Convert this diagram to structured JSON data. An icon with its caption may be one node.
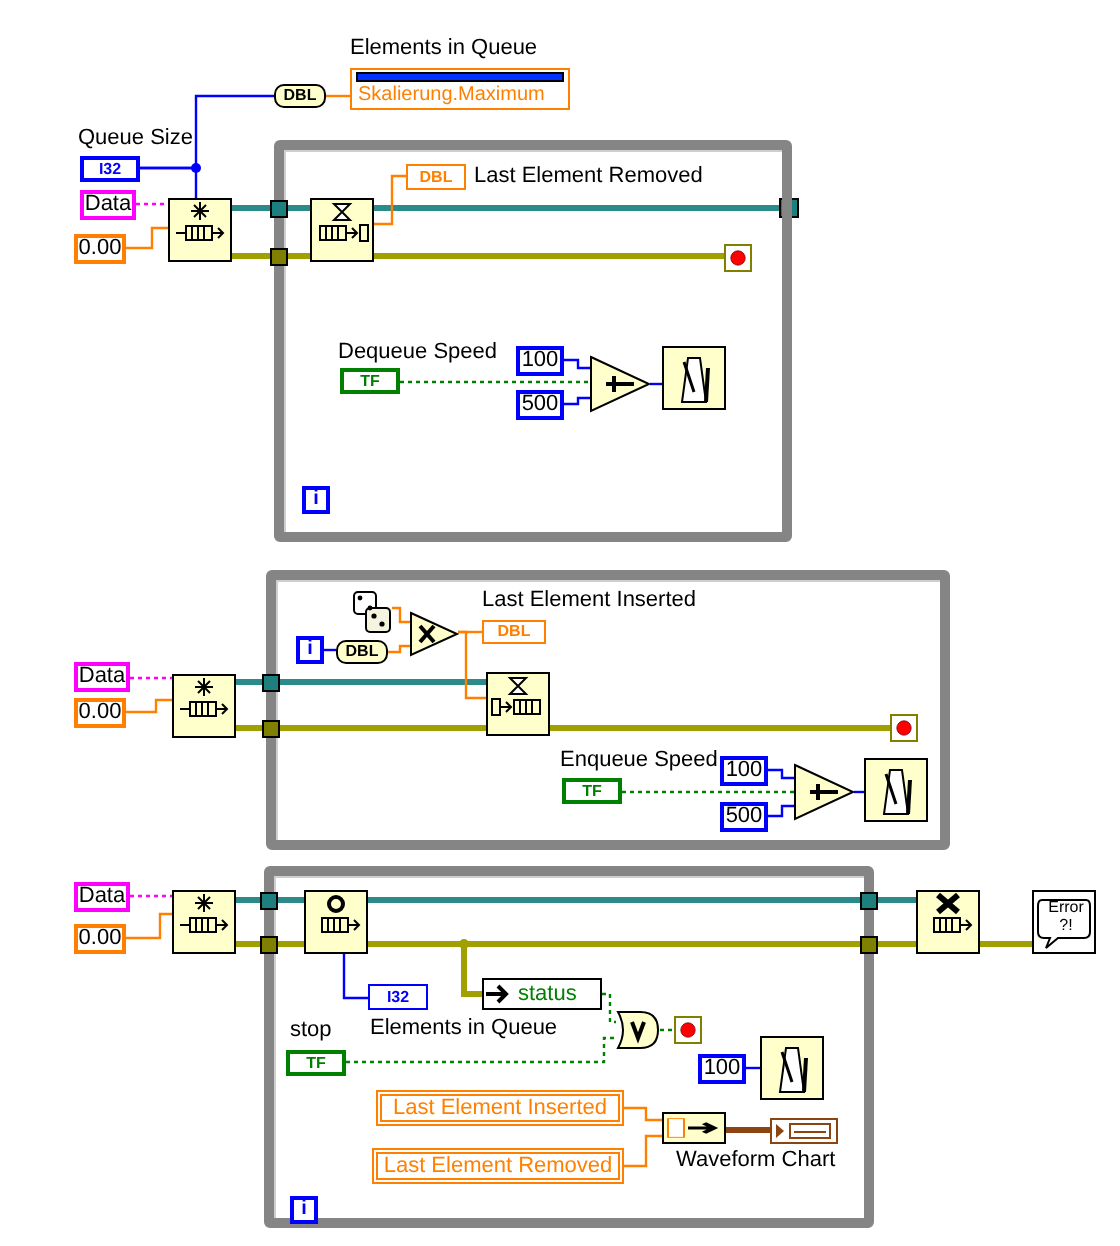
{
  "diagram": {
    "nodes": [
      {
        "text": [
          "Queue Size",
          "I32"
        ]
      },
      {
        "text": [
          "Data"
        ]
      },
      {
        "text": [
          "0.00"
        ]
      },
      {
        "text": [],
        "shape": "box"
      },
      {
        "text": [
          "DBL"
        ]
      },
      {
        "text": [
          "Elements in Queue",
          "Skalierung.Maximum"
        ]
      },
      {
        "text": [],
        "shape": "box"
      },
      {
        "text": [],
        "shape": "box",
        "in": 6
      },
      {
        "text": [
          "DBL",
          "Last Element Removed"
        ],
        "in": 6
      },
      {
        "text": [],
        "shape": "box",
        "in": 6
      },
      {
        "text": [
          "Dequeue Speed",
          "TF"
        ],
        "in": 6
      },
      {
        "text": [
          "100"
        ],
        "in": 6
      },
      {
        "text": [
          "500"
        ],
        "in": 6
      },
      {
        "text": [],
        "shape": "triangle",
        "in": 6
      },
      {
        "text": [],
        "shape": "box",
        "in": 6
      },
      {
        "text": [
          "i"
        ],
        "in": 6
      },
      {
        "text": [
          "Data"
        ]
      },
      {
        "text": [
          "0.00"
        ]
      },
      {
        "text": [],
        "shape": "box"
      },
      {
        "text": [],
        "shape": "box"
      },
      {
        "text": [],
        "shape": "picture",
        "in": 19
      },
      {
        "text": [
          "i"
        ],
        "in": 19
      },
      {
        "text": [
          "DBL"
        ],
        "in": 19
      },
      {
        "text": [],
        "shape": "triangle",
        "in": 19
      },
      {
        "text": [
          "Last Element Inserted",
          "DBL"
        ],
        "in": 19
      },
      {
        "text": [],
        "shape": "box",
        "in": 19
      },
      {
        "text": [],
        "shape": "box",
        "in": 19
      },
      {
        "text": [
          "Enqueue Speed",
          "TF"
        ],
        "in": 19
      },
      {
        "text": [
          "100"
        ],
        "in": 19
      },
      {
        "text": [
          "500"
        ],
        "in": 19
      },
      {
        "text": [],
        "shape": "triangle",
        "in": 19
      },
      {
        "text": [],
        "shape": "box",
        "in": 19
      },
      {
        "text": [
          "Data"
        ]
      },
      {
        "text": [
          "0.00"
        ]
      },
      {
        "text": [],
        "shape": "box"
      },
      {
        "text": [],
        "shape": "box"
      },
      {
        "text": [],
        "shape": "box",
        "in": 35
      },
      {
        "text": [
          "I32",
          "Elements in Queue"
        ],
        "in": 35
      },
      {
        "text": [
          "status"
        ],
        "in": 35
      },
      {
        "text": [
          "stop",
          "TF"
        ],
        "in": 35
      },
      {
        "text": [],
        "shape": "shield",
        "in": 35
      },
      {
        "text": [],
        "shape": "box",
        "in": 35
      },
      {
        "text": [
          "100"
        ],
        "in": 35
      },
      {
        "text": [],
        "shape": "box",
        "in": 35
      },
      {
        "text": [
          "Last Element Inserted"
        ],
        "in": 35
      },
      {
        "text": [
          "Last Element Removed"
        ],
        "in": 35
      },
      {
        "text": [],
        "shape": "box",
        "in": 35
      },
      {
        "text": [
          "Waveform Chart"
        ],
        "in": 35
      },
      {
        "text": [
          "i"
        ],
        "in": 35
      },
      {
        "text": [],
        "shape": "box"
      },
      {
        "text": [
          "Error ?!"
        ]
      }
    ],
    "edges": [
      {
        "from": 0,
        "to": 3,
        "arrow": "none"
      },
      {
        "from": 0,
        "to": 4,
        "arrow": "none"
      },
      {
        "from": 4,
        "to": 5,
        "arrow": "none",
        "color": "#ff8000"
      },
      {
        "from": 1,
        "to": 3,
        "arrow": "none",
        "style": "dashed",
        "color": "#ff00ff"
      },
      {
        "from": 2,
        "to": 3,
        "arrow": "none",
        "color": "#ff8000"
      },
      {
        "from": 3,
        "to": 7,
        "arrow": "none",
        "style": "thick",
        "color": "#2b8a8a"
      },
      {
        "from": 3,
        "to": 7,
        "arrow": "none",
        "style": "thick",
        "color": "#a0a000"
      },
      {
        "from": 7,
        "to": null,
        "arrow": "other",
        "style": "thick",
        "color": "#2b8a8a"
      },
      {
        "from": 7,
        "to": 9,
        "arrow": "none",
        "style": "thick",
        "color": "#a0a000"
      },
      {
        "from": 7,
        "to": 8,
        "arrow": "none",
        "color": "#ff8000"
      },
      {
        "from": 10,
        "to": 13,
        "arrow": "none",
        "style": "dashed",
        "color": "#008000"
      },
      {
        "from": 11,
        "to": 13,
        "arrow": "none"
      },
      {
        "from": 12,
        "to": 13,
        "arrow": "none"
      },
      {
        "from": 13,
        "to": 14,
        "arrow": "none"
      },
      {
        "from": 16,
        "to": 18,
        "arrow": "none",
        "style": "dashed",
        "color": "#ff00ff"
      },
      {
        "from": 17,
        "to": 18,
        "arrow": "none",
        "color": "#ff8000"
      },
      {
        "from": 18,
        "to": 25,
        "arrow": "none",
        "style": "thick",
        "color": "#2b8a8a"
      },
      {
        "from": 18,
        "to": 25,
        "arrow": "none",
        "style": "thick",
        "color": "#a0a000"
      },
      {
        "from": 25,
        "to": 26,
        "arrow": "none",
        "style": "thick",
        "color": "#a0a000"
      },
      {
        "from": 20,
        "to": 23,
        "arrow": "none",
        "color": "#ff8000"
      },
      {
        "from": 21,
        "to": 22,
        "arrow": "none"
      },
      {
        "from": 22,
        "to": 23,
        "arrow": "none",
        "color": "#ff8000"
      },
      {
        "from": 23,
        "to": 24,
        "arrow": "none",
        "color": "#ff8000"
      },
      {
        "from": 23,
        "to": 25,
        "arrow": "none",
        "color": "#ff8000"
      },
      {
        "from": 27,
        "to": 30,
        "arrow": "none",
        "style": "dashed",
        "color": "#008000"
      },
      {
        "from": 28,
        "to": 30,
        "arrow": "none"
      },
      {
        "from": 29,
        "to": 30,
        "arrow": "none"
      },
      {
        "from": 30,
        "to": 31,
        "arrow": "none"
      },
      {
        "from": 32,
        "to": 34,
        "arrow": "none",
        "style": "dashed",
        "color": "#ff00ff"
      },
      {
        "from": 33,
        "to": 34,
        "arrow": "none",
        "color": "#ff8000"
      },
      {
        "from": 34,
        "to": 36,
        "arrow": "none",
        "style": "thick",
        "color": "#2b8a8a"
      },
      {
        "from": 34,
        "to": 36,
        "arrow": "none",
        "style": "thick",
        "color": "#a0a000"
      },
      {
        "from": 36,
        "to": 49,
        "arrow": "none",
        "style": "thick",
        "color": "#2b8a8a"
      },
      {
        "from": 36,
        "to": 49,
        "arrow": "none",
        "style": "thick",
        "color": "#a0a000"
      },
      {
        "from": 36,
        "to": 38,
        "arrow": "none",
        "style": "thick",
        "color": "#a0a000"
      },
      {
        "from": 36,
        "to": 37,
        "arrow": "none"
      },
      {
        "from": 38,
        "to": 40,
        "arrow": "none",
        "style": "dashed",
        "color": "#008000"
      },
      {
        "from": 39,
        "to": 40,
        "arrow": "none",
        "style": "dashed",
        "color": "#008000"
      },
      {
        "from": 40,
        "to": 41,
        "arrow": "none",
        "style": "dashed",
        "color": "#008000"
      },
      {
        "from": 42,
        "to": 43,
        "arrow": "none"
      },
      {
        "from": 44,
        "to": 46,
        "arrow": "none",
        "color": "#ff8000"
      },
      {
        "from": 45,
        "to": 46,
        "arrow": "none",
        "color": "#ff8000"
      },
      {
        "from": 46,
        "to": 47,
        "arrow": "none",
        "style": "thick",
        "color": "#8b4513"
      },
      {
        "from": 49,
        "to": 50,
        "arrow": "none",
        "style": "thick",
        "color": "#a0a000"
      }
    ]
  }
}
